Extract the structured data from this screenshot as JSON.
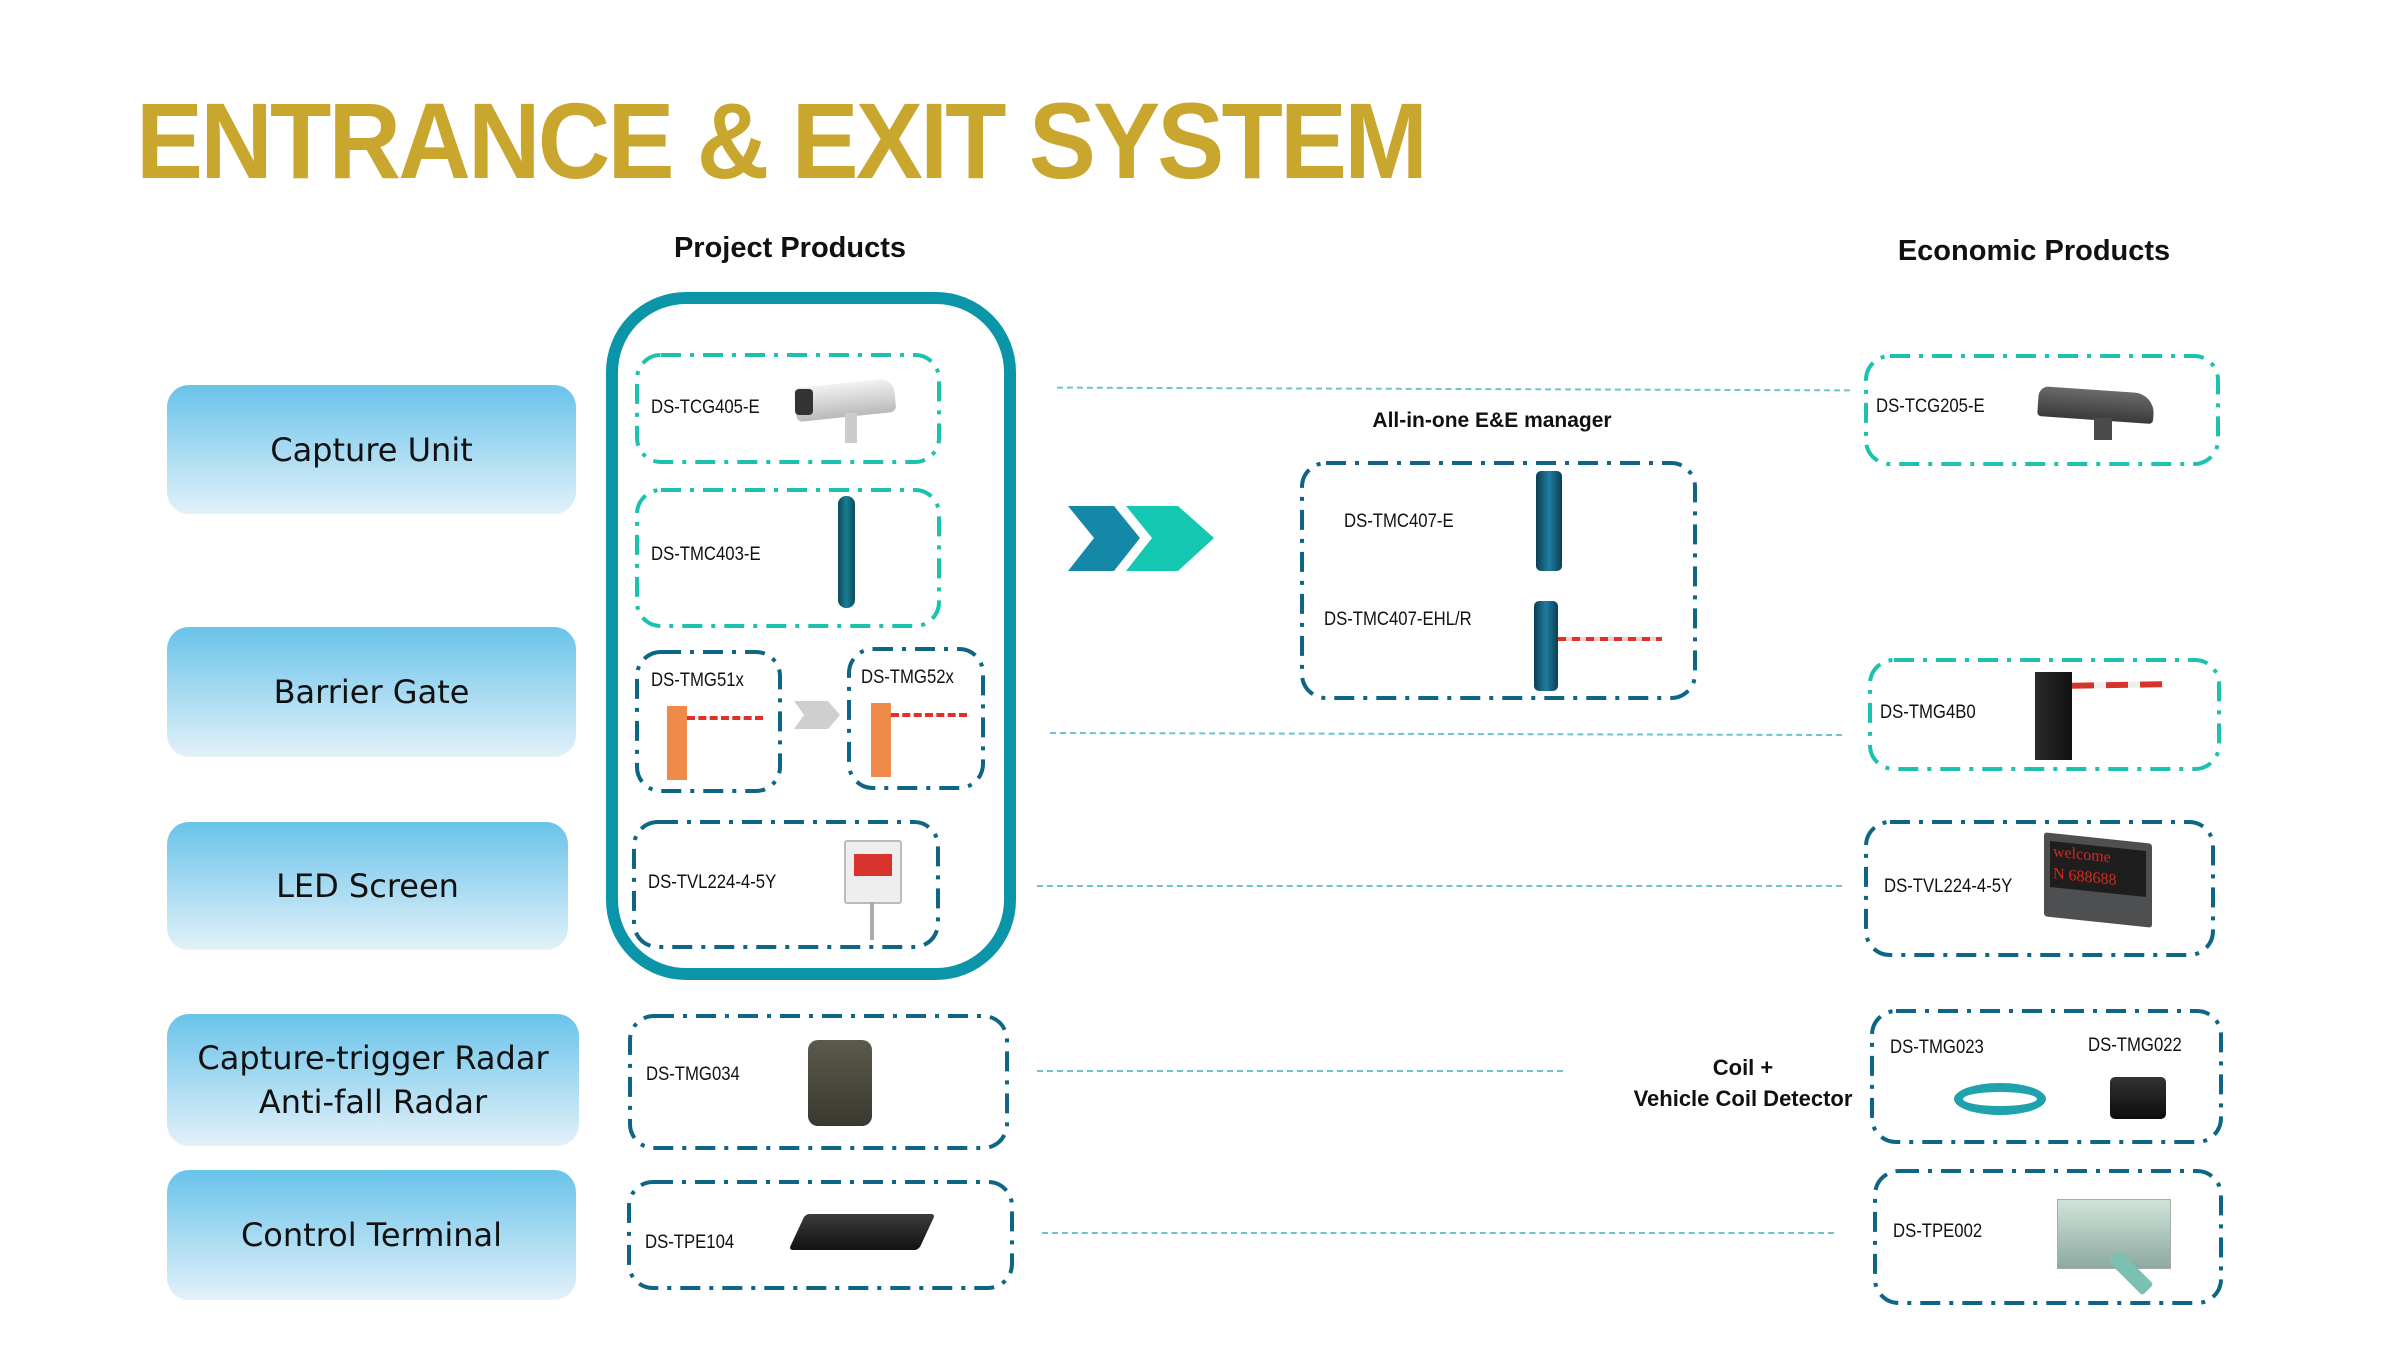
{
  "title": "ENTRANCE & EXIT SYSTEM",
  "colors": {
    "title": "#C9A62E",
    "frame": "#0a95a8",
    "teal_dash": "#1cc2ad",
    "blue_dash": "#0e6684",
    "connector": "#6cc3cc"
  },
  "headers": {
    "project": "Project Products",
    "economic": "Economic Products"
  },
  "categories": [
    "Capture Unit",
    "Barrier Gate",
    "LED Screen",
    "Capture-trigger Radar",
    "Anti-fall Radar",
    "Control Terminal"
  ],
  "project": {
    "capture1": "DS-TCG405-E",
    "capture2": "DS-TMC403-E",
    "barrier1": "DS-TMG51x",
    "barrier2": "DS-TMG52x",
    "led": "DS-TVL224-4-5Y",
    "radar": "DS-TMG034",
    "terminal": "DS-TPE104"
  },
  "manager": {
    "title": "All-in-one E&E manager",
    "item1": "DS-TMC407-E",
    "item2": "DS-TMC407-EHL/R"
  },
  "economic": {
    "capture": "DS-TCG205-E",
    "barrier": "DS-TMG4B0",
    "led": "DS-TVL224-4-5Y",
    "led_screen_line1": "welcome",
    "led_screen_line2": "N 688688",
    "coil": "DS-TMG023",
    "detector": "DS-TMG022",
    "terminal": "DS-TPE002"
  },
  "coil_note": {
    "line1": "Coil +",
    "line2": "Vehicle Coil Detector"
  }
}
